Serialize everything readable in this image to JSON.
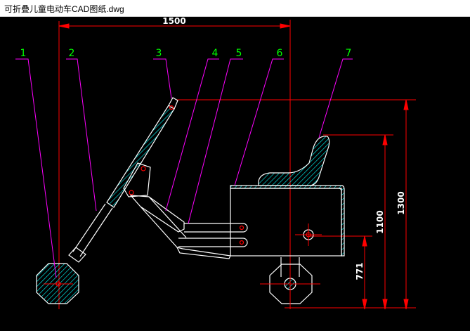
{
  "window": {
    "title": "可折叠儿童电动车CAD图纸.dwg"
  },
  "drawing": {
    "part_labels": [
      "1",
      "2",
      "3",
      "4",
      "5",
      "6",
      "7"
    ],
    "dimensions": {
      "horizontal": "1500",
      "overall_height": "1300",
      "seat_height": "1100",
      "axle_height": "771"
    }
  },
  "colors": {
    "background": "#000000",
    "dimension": "#ff0000",
    "outline": "#ffffff",
    "leader": "#ff00ff",
    "label": "#00ff00",
    "hatch": "#00ffff"
  }
}
